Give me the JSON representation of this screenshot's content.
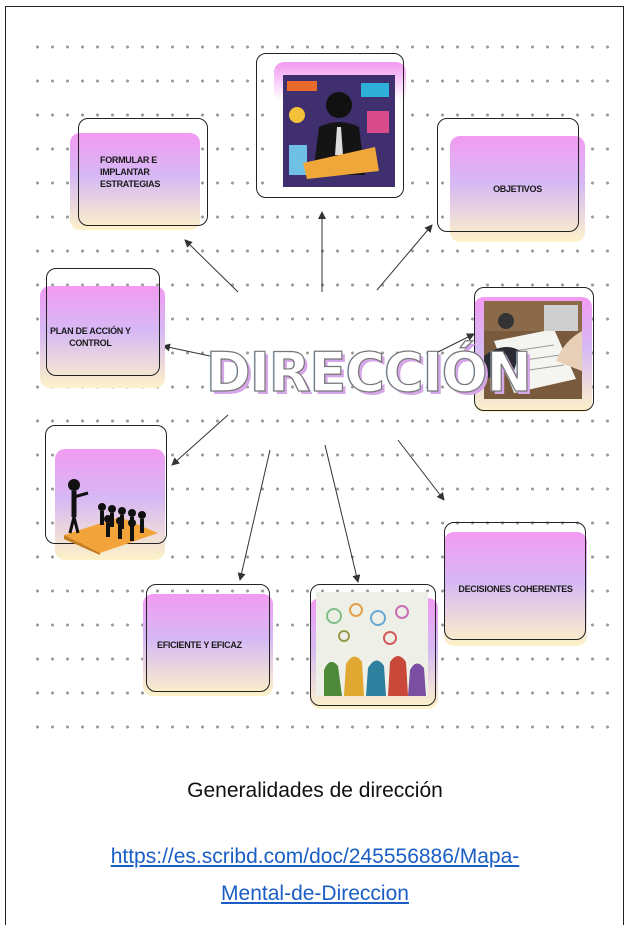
{
  "diagram": {
    "center_word": "DIRECCIÓN",
    "nodes": {
      "formular": "FORMULAR E\nIMPLANTAR\nESTRATEGIAS",
      "objetivos": "OBJETIVOS",
      "plan": "PLAN DE ACCIÓN Y\nCONTROL",
      "decisiones": "DECISIONES COHERENTES",
      "eficiente": "EFICIENTE Y EFICAZ"
    },
    "images": [
      "executive-at-desk-illustration",
      "business-desk-photo",
      "leader-and-team-illustration",
      "people-with-ideas-illustration"
    ]
  },
  "caption": "Generalidades de dirección",
  "source_link": "https://es.scribd.com/doc/245556886/Mapa-Mental-de-Direccion"
}
